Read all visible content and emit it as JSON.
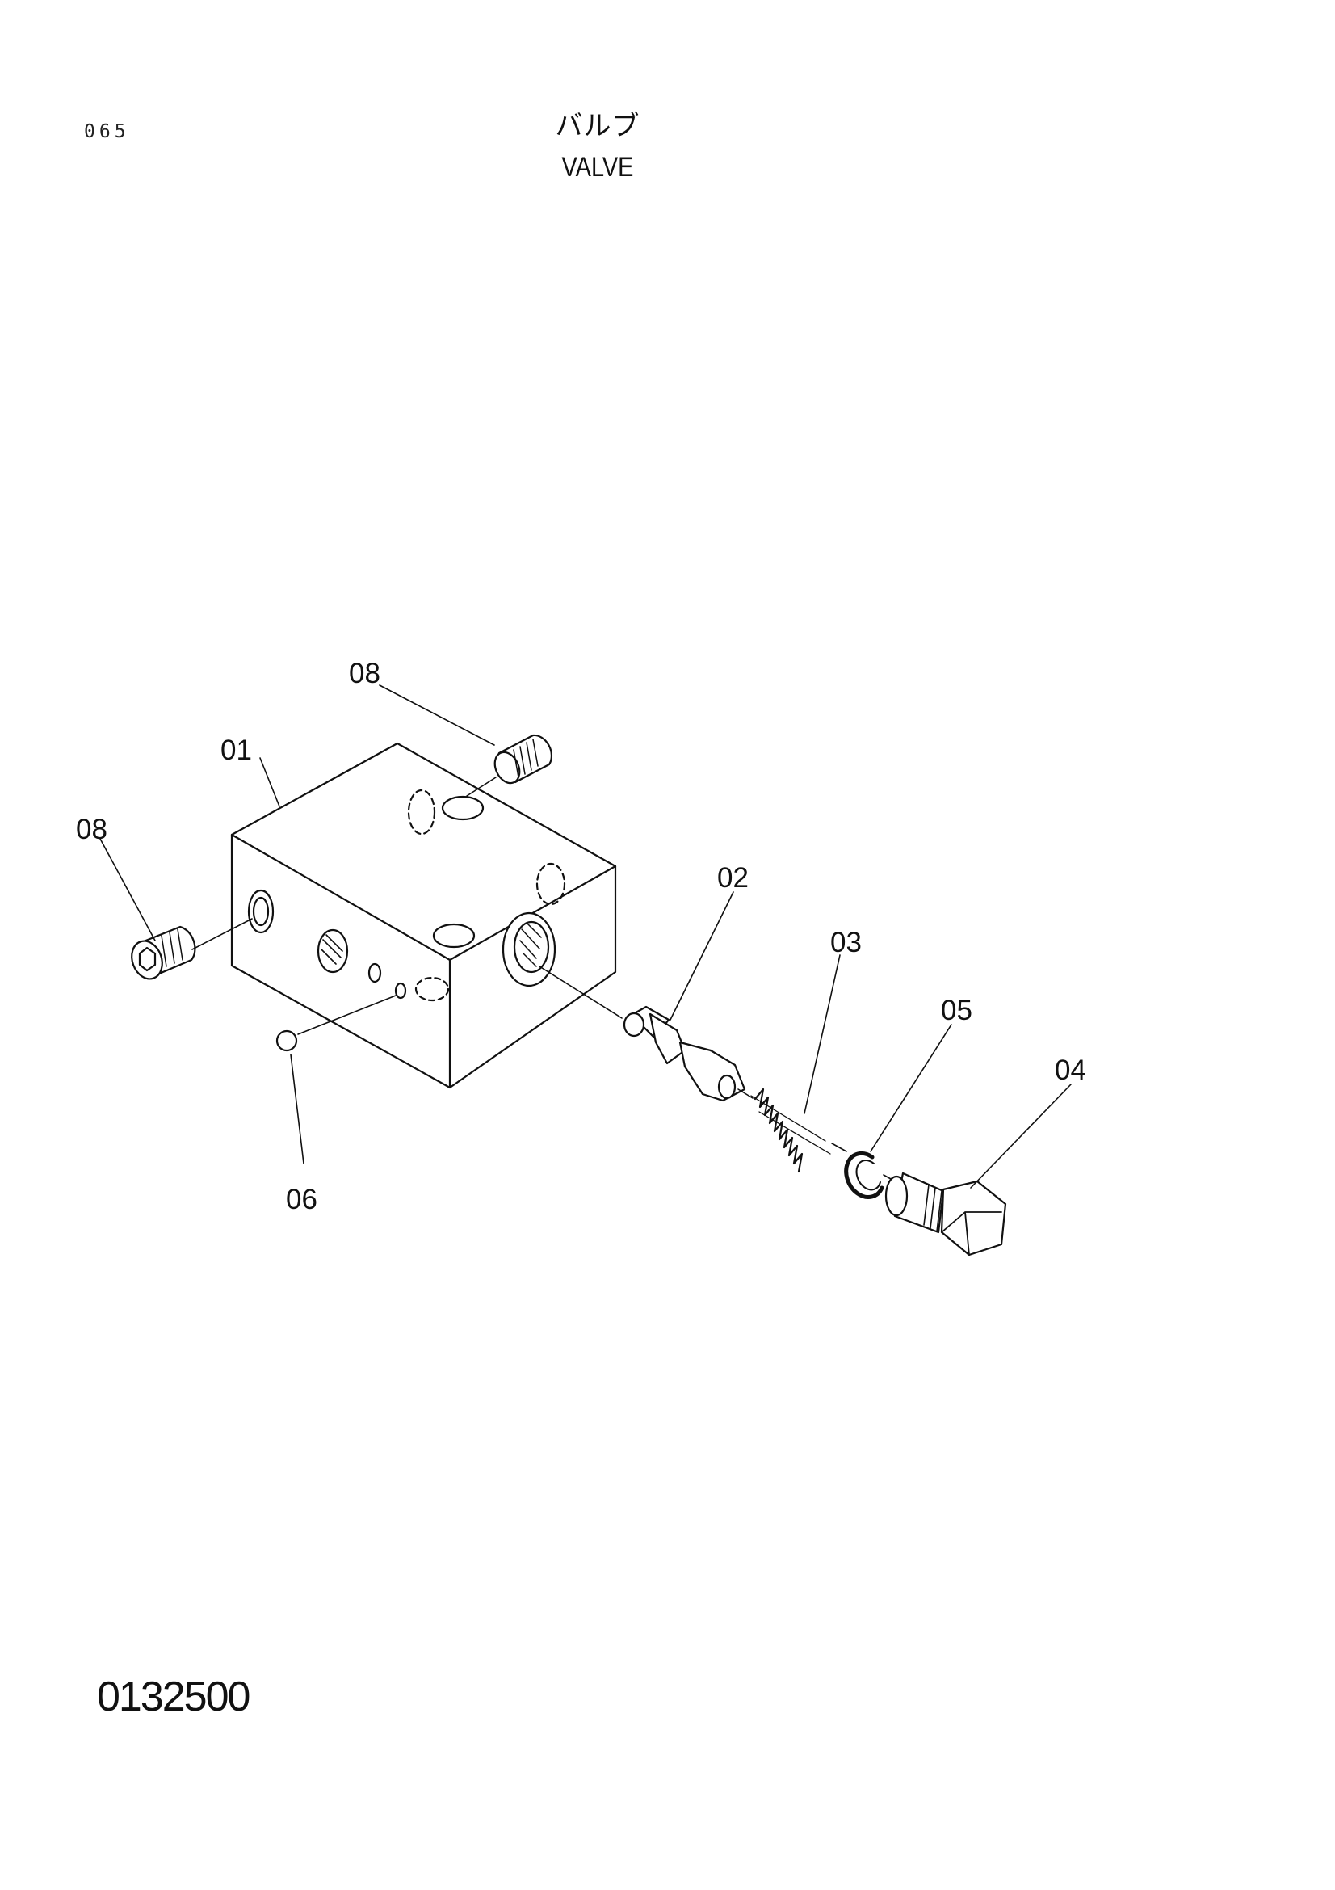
{
  "header": {
    "page_number": "065",
    "title_jp": "バルブ",
    "title_en": "VALVE"
  },
  "callouts": {
    "c01": "01",
    "c02": "02",
    "c03": "03",
    "c04": "04",
    "c05": "05",
    "c06": "06",
    "c08_top": "08",
    "c08_left": "08"
  },
  "footer": {
    "reference_code": "0132500"
  }
}
